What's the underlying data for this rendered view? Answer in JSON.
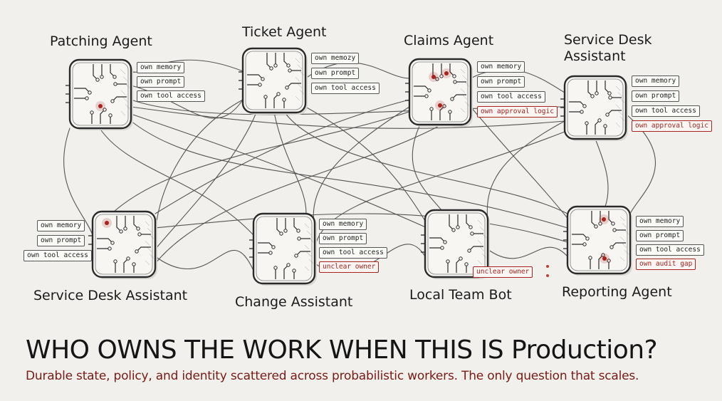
{
  "headline": "WHO OWNS THE WORK WHEN THIS IS Production?",
  "subline": "Durable state, policy, and identity scattered across probabilistic workers. The only question that scales.",
  "colors": {
    "ink": "#2a2a2a",
    "alert": "#a8231e",
    "background": "#f1f0ec"
  },
  "agents": [
    {
      "title": "Patching Agent",
      "chips": [
        {
          "label": "own memory",
          "alert": false
        },
        {
          "label": "own prompt",
          "alert": false
        },
        {
          "label": "own tool access",
          "alert": false
        }
      ]
    },
    {
      "title": "Ticket Agent",
      "chips": [
        {
          "label": "own memozy",
          "alert": false
        },
        {
          "label": "own prompt",
          "alert": false
        },
        {
          "label": "own tool access",
          "alert": false
        }
      ]
    },
    {
      "title": "Claims Agent",
      "chips": [
        {
          "label": "own memory",
          "alert": false
        },
        {
          "label": "own prompt",
          "alert": false
        },
        {
          "label": "own tool access",
          "alert": false
        },
        {
          "label": "own approval logic",
          "alert": true
        }
      ]
    },
    {
      "title": "Service Desk\nAssistant",
      "chips": [
        {
          "label": "own memory",
          "alert": false
        },
        {
          "label": "own prompt",
          "alert": false
        },
        {
          "label": "own tool access",
          "alert": false
        },
        {
          "label": "own approval logic",
          "alert": true
        }
      ]
    },
    {
      "title": "Service Desk Assistant",
      "chips": [
        {
          "label": "own memory",
          "alert": false
        },
        {
          "label": "own prompt",
          "alert": false
        },
        {
          "label": "own tool access",
          "alert": false
        }
      ]
    },
    {
      "title": "Change Assistant",
      "chips": [
        {
          "label": "own memory",
          "alert": false
        },
        {
          "label": "own prompt",
          "alert": false
        },
        {
          "label": "own tool access",
          "alert": false
        },
        {
          "label": "unclear owner",
          "alert": true
        }
      ]
    },
    {
      "title": "Local Team Bot",
      "chips": [
        {
          "label": "unclear owner",
          "alert": true
        }
      ]
    },
    {
      "title": "Reporting Agent",
      "chips": [
        {
          "label": "own memory",
          "alert": false
        },
        {
          "label": "own prompt",
          "alert": false
        },
        {
          "label": "own tool access",
          "alert": false
        },
        {
          "label": "own audit gap",
          "alert": true
        }
      ]
    }
  ]
}
